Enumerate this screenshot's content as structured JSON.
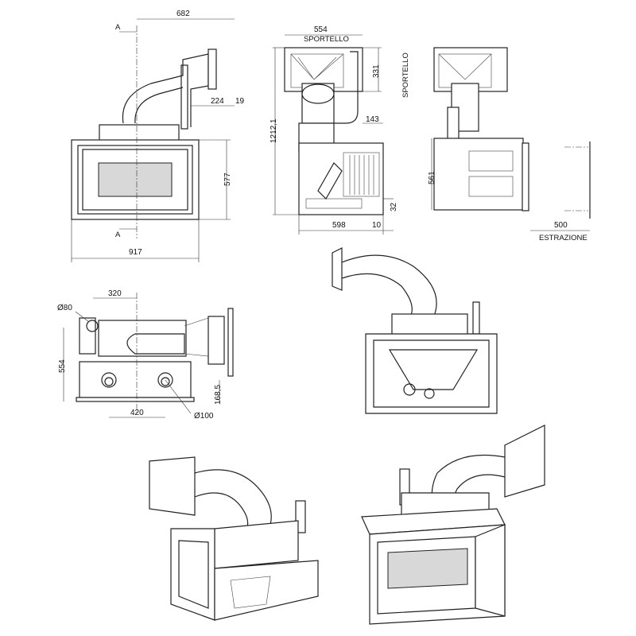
{
  "front_view": {
    "width_top": "682",
    "section_mark_top": "A",
    "section_mark_bottom": "A",
    "offset_224": "224",
    "offset_19": "19",
    "height": "577",
    "width_total": "917"
  },
  "side_view": {
    "width_door": "554",
    "door_label_top": "SPORTELLO",
    "door_height": "331",
    "door_label_side": "SPORTELLO",
    "total_height": "1212,1",
    "offset_143": "143",
    "offset_32": "32",
    "depth": "598",
    "offset_10": "10"
  },
  "side_view_extraction": {
    "height": "561",
    "extraction": "500",
    "extraction_label": "ESTRAZIONE"
  },
  "top_view": {
    "spacing_320": "320",
    "diameter_80": "Ø80",
    "depth": "554",
    "offset_168": "168,5",
    "spacing_420": "420",
    "diameter_100": "Ø100"
  }
}
